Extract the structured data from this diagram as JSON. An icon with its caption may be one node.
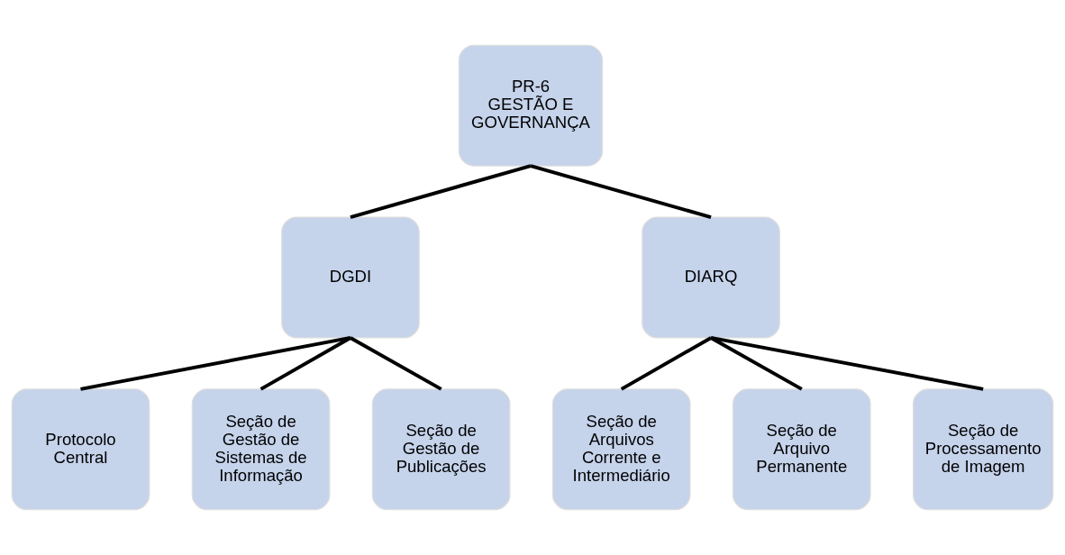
{
  "diagram": {
    "nodes": [
      {
        "text": [
          "PR-6",
          "GESTÃO E GOVERNANÇA"
        ]
      },
      {
        "text": [
          "DGDI"
        ]
      },
      {
        "text": [
          "DIARQ"
        ]
      },
      {
        "text": [
          "Protocolo Central"
        ]
      },
      {
        "text": [
          "Seção de Gestão de Sistemas de Informação"
        ]
      },
      {
        "text": [
          "Seção de Gestão de Publicações"
        ]
      },
      {
        "text": [
          "Seção de Arquivos Corrente e Intermediário"
        ]
      },
      {
        "text": [
          "Seção de Arquivo Permanente"
        ]
      },
      {
        "text": [
          "Seção de Processamento de Imagem"
        ]
      }
    ],
    "edges": [
      {
        "from": 0,
        "to": 1,
        "arrow": "none"
      },
      {
        "from": 0,
        "to": 2,
        "arrow": "none"
      },
      {
        "from": 1,
        "to": 3,
        "arrow": "none"
      },
      {
        "from": 1,
        "to": 4,
        "arrow": "none"
      },
      {
        "from": 1,
        "to": 5,
        "arrow": "none"
      },
      {
        "from": 2,
        "to": 6,
        "arrow": "none"
      },
      {
        "from": 2,
        "to": 7,
        "arrow": "none"
      },
      {
        "from": 2,
        "to": 8,
        "arrow": "none"
      }
    ]
  }
}
